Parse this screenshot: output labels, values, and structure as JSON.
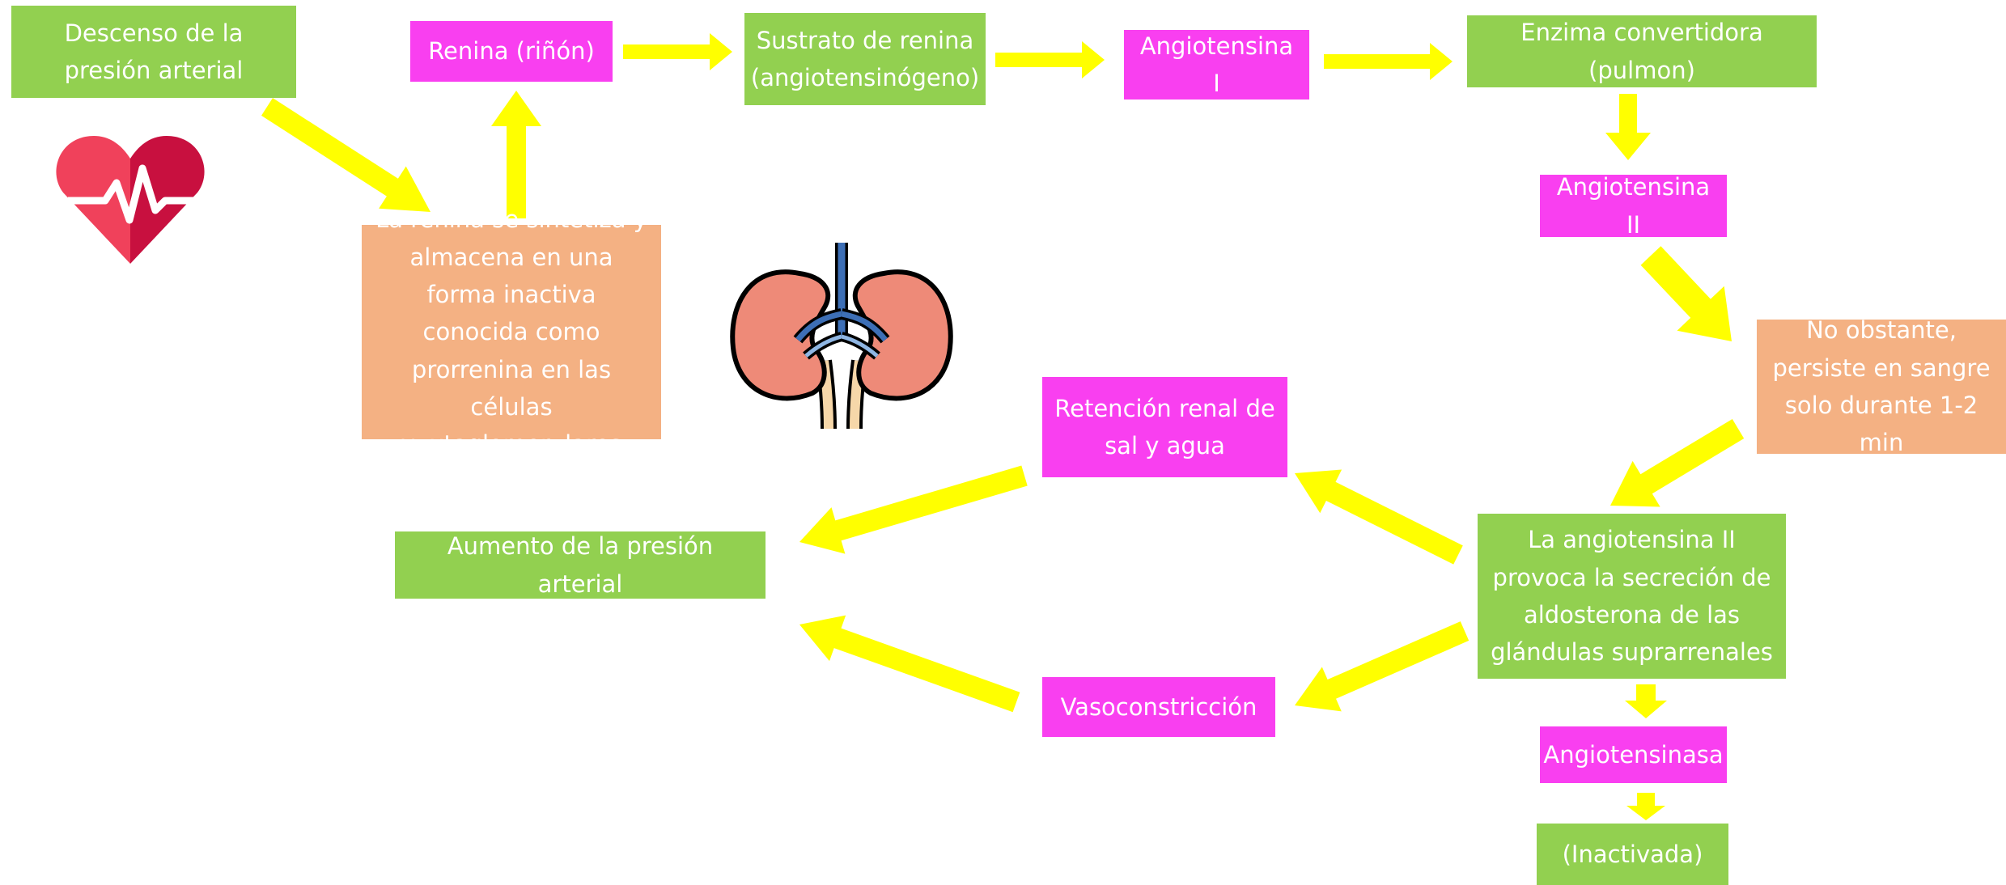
{
  "nodes": {
    "descenso": "Descenso de la presión arterial",
    "renina": "Renina (riñón)",
    "sustrato": "Sustrato de renina (angiotensinógeno)",
    "angiotensina_i": "Angiotensina I",
    "enzima": "Enzima convertidora (pulmon)",
    "angiotensina_ii": "Angiotensina II",
    "no_obstante": "No obstante, persiste en sangre solo durante 1-2 min",
    "renina_sintetiza": "La renina se sintetiza y almacena en una forma inactiva conocida como prorrenina en las células yuxtaglomerulares",
    "retencion": "Retención renal de sal y agua",
    "aumento": "Aumento de la presión arterial",
    "provoca": "La angiotensina II provoca la secreción de aldosterona de las glándulas suprarrenales",
    "vasoconstriccion": "Vasoconstricción",
    "angiotensinasa": "Angiotensinasa",
    "inactivada": "(Inactivada)"
  },
  "icons": [
    "heart-rate-icon",
    "kidneys-icon"
  ],
  "colors": {
    "green": "#92d050",
    "pink": "#f93ff0",
    "peach": "#f4b183",
    "arrow": "#ffff00"
  }
}
